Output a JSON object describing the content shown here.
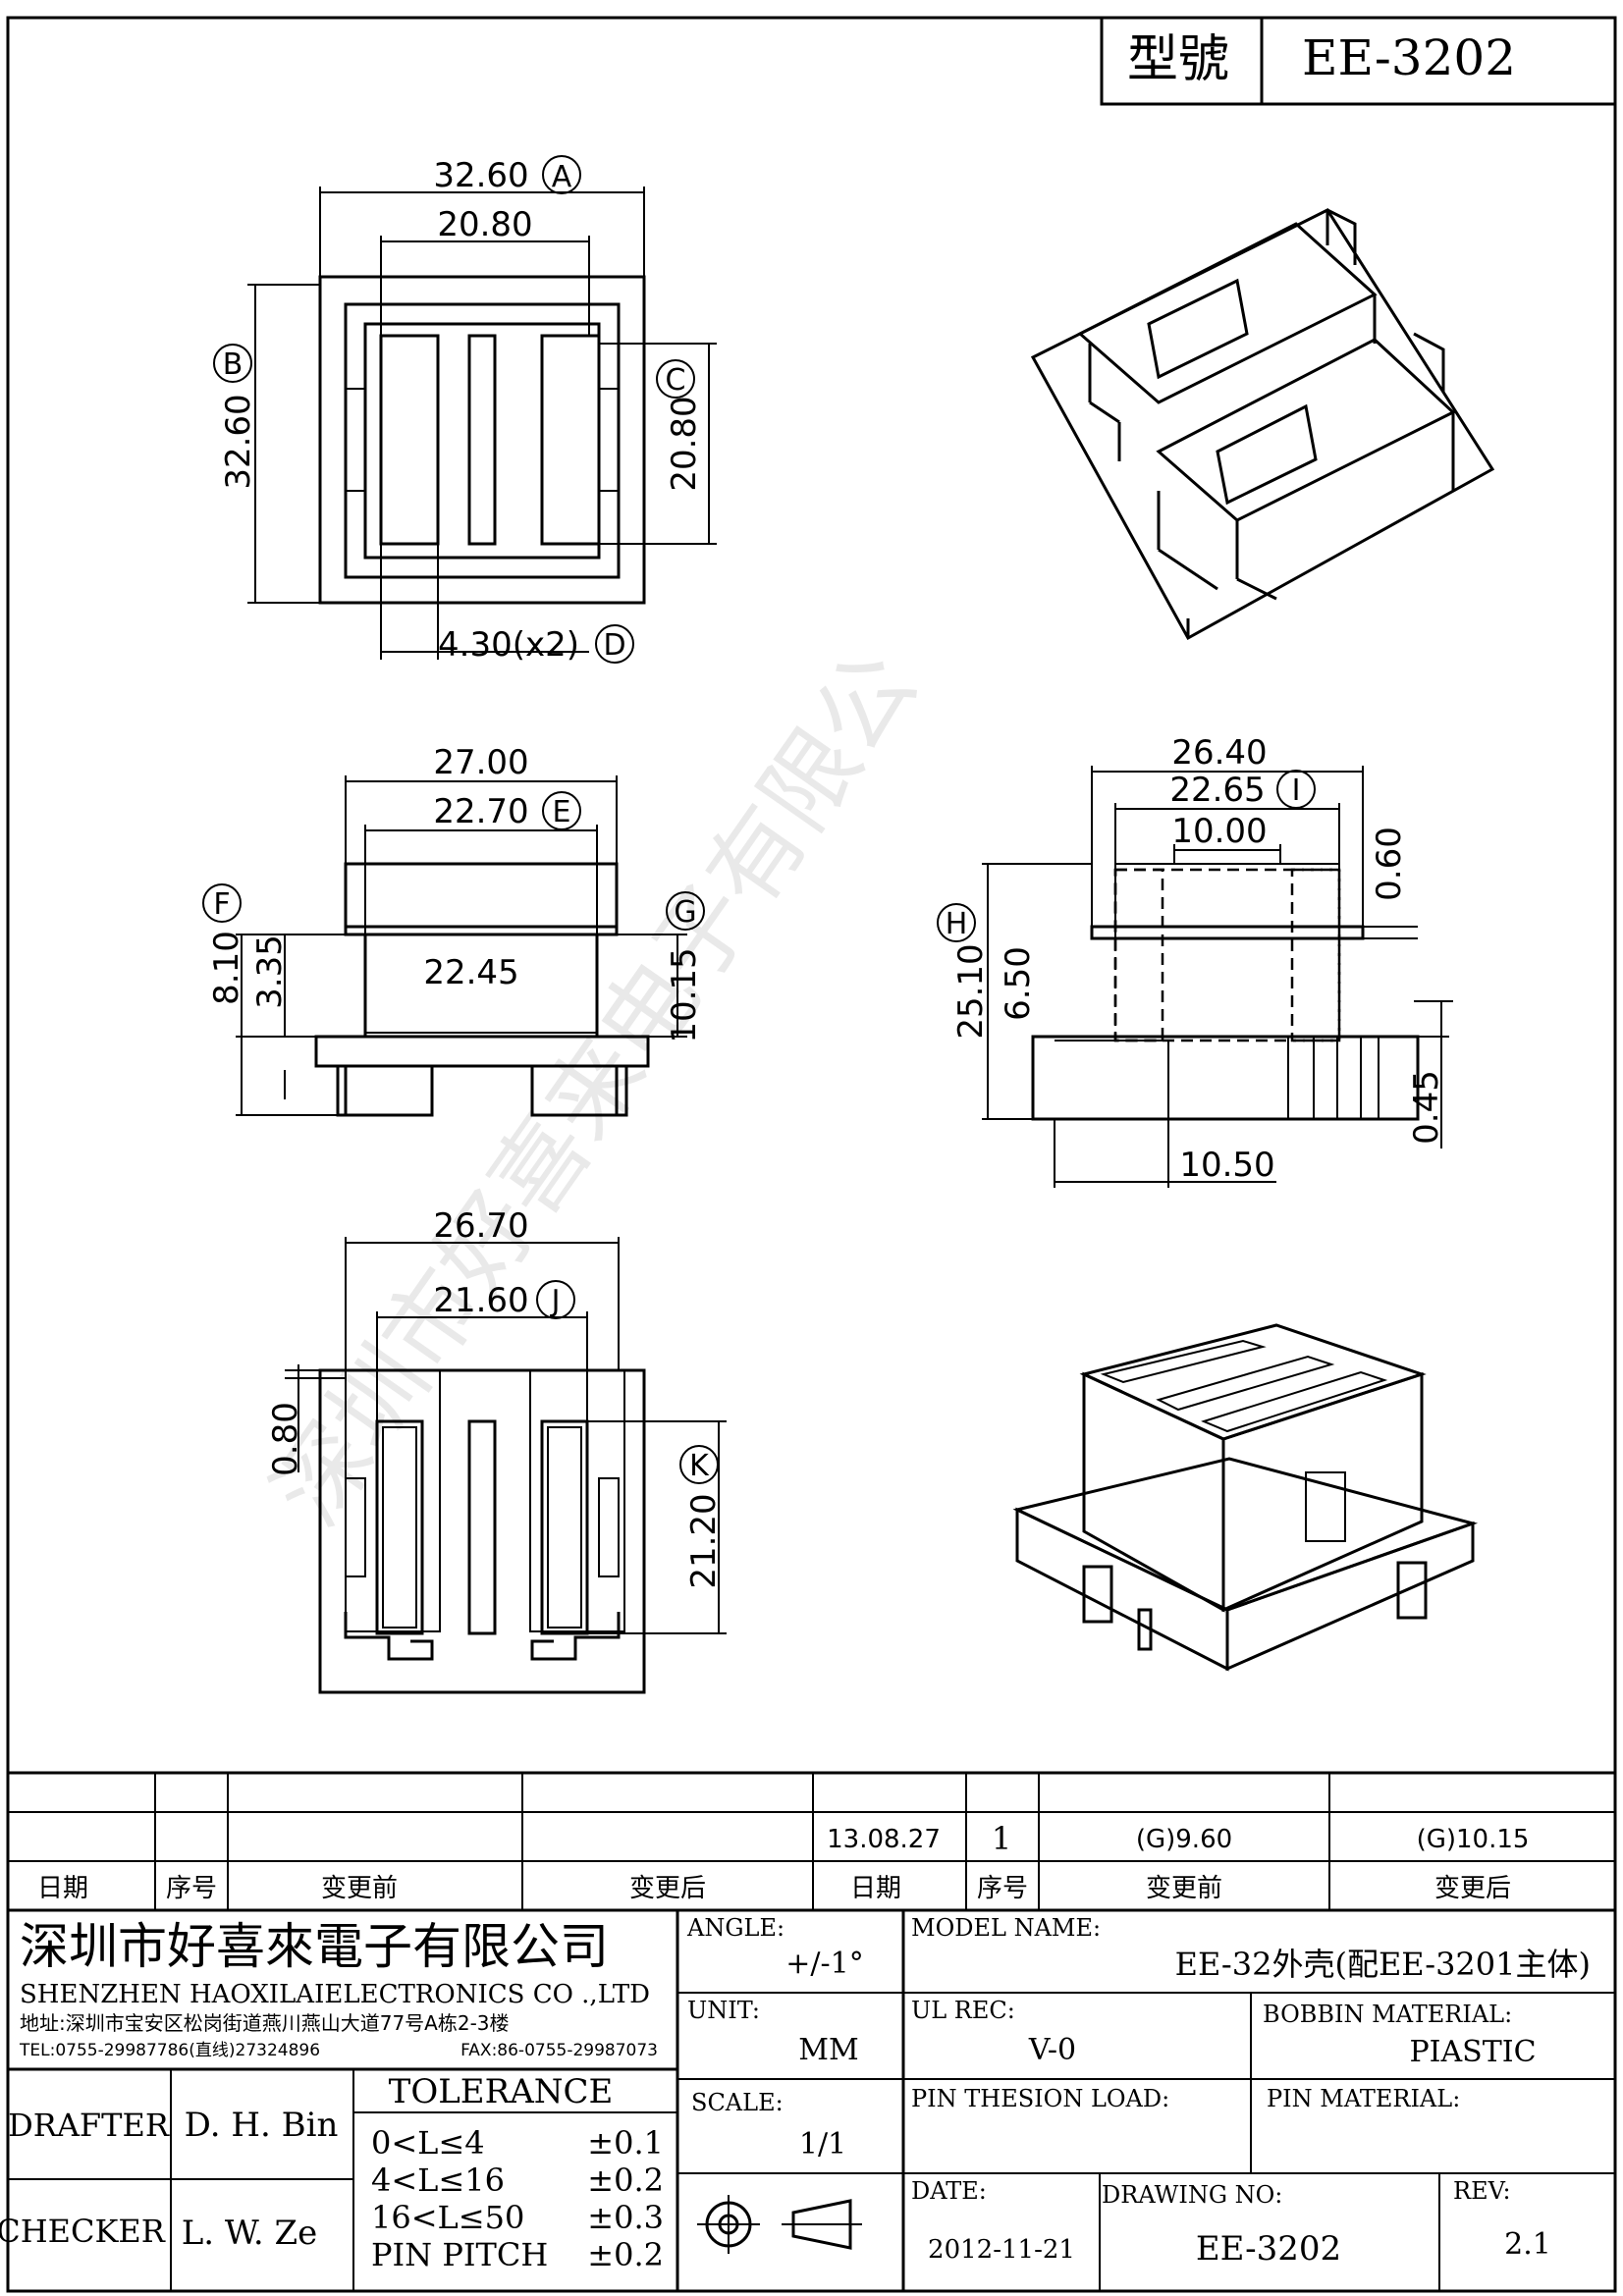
{
  "title_block": {
    "model_label": "型號",
    "model_value": "EE-3202"
  },
  "watermark": "深圳市好喜来电子有限公",
  "views": {
    "top": {
      "dims": [
        {
          "value": "32.60",
          "tag": "A"
        },
        {
          "value": "20.80",
          "tag": ""
        },
        {
          "value": "32.60",
          "tag": "B"
        },
        {
          "value": "20.80",
          "tag": "C"
        },
        {
          "value": "4.30(x2)",
          "tag": "D"
        }
      ]
    },
    "front": {
      "dims": [
        {
          "value": "27.00",
          "tag": ""
        },
        {
          "value": "22.70",
          "tag": "E"
        },
        {
          "value": "8.10",
          "tag": "F"
        },
        {
          "value": "3.35",
          "tag": ""
        },
        {
          "value": "22.45",
          "tag": ""
        },
        {
          "value": "10.15",
          "tag": "G"
        }
      ]
    },
    "side": {
      "dims": [
        {
          "value": "26.40",
          "tag": ""
        },
        {
          "value": "22.65",
          "tag": "I"
        },
        {
          "value": "10.00",
          "tag": ""
        },
        {
          "value": "0.60",
          "tag": ""
        },
        {
          "value": "25.10",
          "tag": "H"
        },
        {
          "value": "6.50",
          "tag": ""
        },
        {
          "value": "0.45",
          "tag": ""
        },
        {
          "value": "10.50",
          "tag": ""
        }
      ]
    },
    "bottom": {
      "dims": [
        {
          "value": "26.70",
          "tag": ""
        },
        {
          "value": "21.60",
          "tag": "J"
        },
        {
          "value": "0.80",
          "tag": ""
        },
        {
          "value": "21.20",
          "tag": "K"
        }
      ]
    }
  },
  "revision": {
    "row1": {
      "date": "13.08.27",
      "seq": "1",
      "before": "(G)9.60",
      "after": "(G)10.15"
    },
    "headers": [
      "日期",
      "序号",
      "变更前",
      "变更后",
      "日期",
      "序号",
      "变更前",
      "变更后"
    ]
  },
  "company": {
    "name_cn": "深圳市好喜來電子有限公司",
    "name_en": "SHENZHEN HAOXILAIELECTRONICS CO .,LTD",
    "address": "地址:深圳市宝安区松岗街道燕川燕山大道77号A栋2-3楼",
    "tel": "TEL:0755-29987786(直线)27324896",
    "fax": "FAX:86-0755-29987073"
  },
  "info": {
    "angle_label": "ANGLE:",
    "angle_value": "+/-1°",
    "model_name_label": "MODEL NAME:",
    "model_name_value": "EE-32外壳(配EE-3201主体)",
    "unit_label": "UNIT:",
    "unit_value": "MM",
    "ul_label": "UL REC:",
    "ul_value": "V-0",
    "bobbin_label": "BOBBIN MATERIAL:",
    "bobbin_value": "PIASTIC",
    "scale_label": "SCALE:",
    "scale_value": "1/1",
    "pin_load_label": "PIN THESION LOAD:",
    "pin_mat_label": "PIN MATERIAL:",
    "date_label": "DATE:",
    "date_value": "2012-11-21",
    "drawing_label": "DRAWING NO:",
    "drawing_value": "EE-3202",
    "rev_label": "REV:",
    "rev_value": "2.1"
  },
  "people": {
    "drafter_label": "DRAFTER",
    "drafter_value": "D. H. Bin",
    "checker_label": "CHECKER",
    "checker_value": "L. W. Ze"
  },
  "tolerance": {
    "title": "TOLERANCE",
    "rows": [
      {
        "range": "0<L≤4",
        "value": "±0.1"
      },
      {
        "range": "4<L≤16",
        "value": "±0.2"
      },
      {
        "range": "16<L≤50",
        "value": "±0.3"
      },
      {
        "range": "PIN PITCH",
        "value": "±0.2"
      }
    ]
  }
}
